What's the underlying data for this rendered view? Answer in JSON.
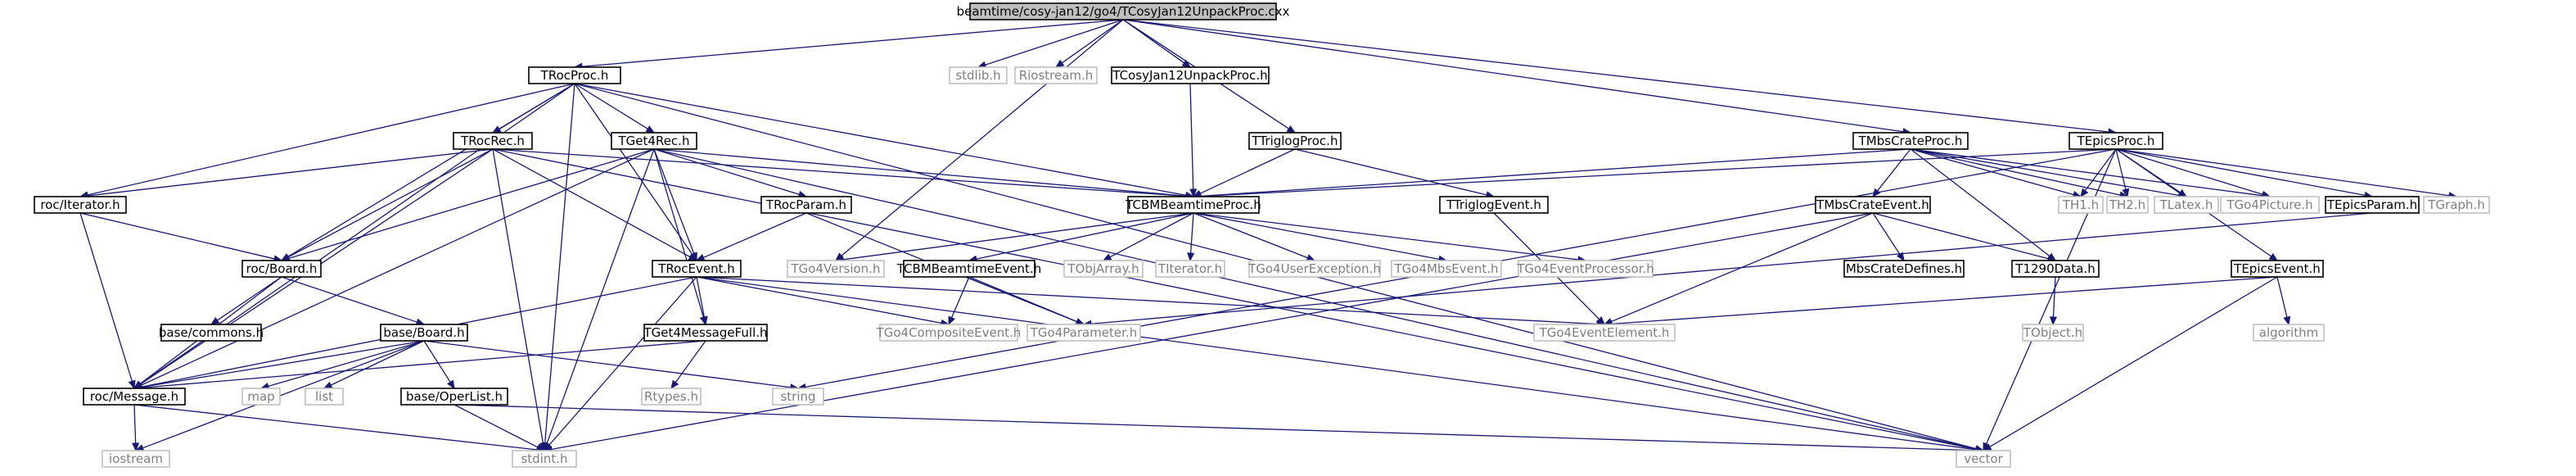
{
  "graph": {
    "nodes": [
      {
        "id": "root",
        "label": "beamtime/cosy-jan12/go4/TCosyJan12UnpackProc.cxx",
        "kind": "root"
      },
      {
        "id": "trocproc",
        "label": "TRocProc.h",
        "kind": "doc"
      },
      {
        "id": "stdlib",
        "label": "stdlib.h",
        "kind": "ext"
      },
      {
        "id": "riostream",
        "label": "Riostream.h",
        "kind": "ext"
      },
      {
        "id": "tcosy",
        "label": "TCosyJan12UnpackProc.h",
        "kind": "doc"
      },
      {
        "id": "ttriglogproc",
        "label": "TTriglogProc.h",
        "kind": "doc"
      },
      {
        "id": "tmbscrateproc",
        "label": "TMbsCrateProc.h",
        "kind": "doc"
      },
      {
        "id": "tepicsproc",
        "label": "TEpicsProc.h",
        "kind": "doc"
      },
      {
        "id": "trocrec",
        "label": "TRocRec.h",
        "kind": "doc"
      },
      {
        "id": "tget4rec",
        "label": "TGet4Rec.h",
        "kind": "doc"
      },
      {
        "id": "tcbmproc",
        "label": "TCBMBeamtimeProc.h",
        "kind": "doc"
      },
      {
        "id": "ttriglogevent",
        "label": "TTriglogEvent.h",
        "kind": "doc"
      },
      {
        "id": "tmbscrateevent",
        "label": "TMbsCrateEvent.h",
        "kind": "doc"
      },
      {
        "id": "th1",
        "label": "TH1.h",
        "kind": "ext"
      },
      {
        "id": "th2",
        "label": "TH2.h",
        "kind": "ext"
      },
      {
        "id": "tlatex",
        "label": "TLatex.h",
        "kind": "ext"
      },
      {
        "id": "tgo4picture",
        "label": "TGo4Picture.h",
        "kind": "ext"
      },
      {
        "id": "tepicsparam",
        "label": "TEpicsParam.h",
        "kind": "doc"
      },
      {
        "id": "tgraph",
        "label": "TGraph.h",
        "kind": "ext"
      },
      {
        "id": "rociterator",
        "label": "roc/Iterator.h",
        "kind": "doc"
      },
      {
        "id": "trocparam",
        "label": "TRocParam.h",
        "kind": "doc"
      },
      {
        "id": "rocboard",
        "label": "roc/Board.h",
        "kind": "doc"
      },
      {
        "id": "trocevent",
        "label": "TRocEvent.h",
        "kind": "doc"
      },
      {
        "id": "tgo4version",
        "label": "TGo4Version.h",
        "kind": "ext"
      },
      {
        "id": "tcbmevent",
        "label": "TCBMBeamtimeEvent.h",
        "kind": "doc"
      },
      {
        "id": "tobjarray",
        "label": "TObjArray.h",
        "kind": "ext"
      },
      {
        "id": "titerator",
        "label": "TIterator.h",
        "kind": "ext"
      },
      {
        "id": "tgo4userexc",
        "label": "TGo4UserException.h",
        "kind": "ext"
      },
      {
        "id": "tgo4mbsevent",
        "label": "TGo4MbsEvent.h",
        "kind": "ext"
      },
      {
        "id": "tgo4eventproc",
        "label": "TGo4EventProcessor.h",
        "kind": "ext"
      },
      {
        "id": "mbscratedefines",
        "label": "MbsCrateDefines.h",
        "kind": "doc"
      },
      {
        "id": "t1290data",
        "label": "T1290Data.h",
        "kind": "doc"
      },
      {
        "id": "tepicsevent",
        "label": "TEpicsEvent.h",
        "kind": "doc"
      },
      {
        "id": "basecommons",
        "label": "base/commons.h",
        "kind": "doc"
      },
      {
        "id": "baseboard",
        "label": "base/Board.h",
        "kind": "doc"
      },
      {
        "id": "tget4msgfull",
        "label": "TGet4MessageFull.h",
        "kind": "doc"
      },
      {
        "id": "tgo4compevent",
        "label": "TGo4CompositeEvent.h",
        "kind": "ext"
      },
      {
        "id": "tgo4parameter",
        "label": "TGo4Parameter.h",
        "kind": "ext"
      },
      {
        "id": "tgo4eventelem",
        "label": "TGo4EventElement.h",
        "kind": "ext"
      },
      {
        "id": "tobject",
        "label": "TObject.h",
        "kind": "ext"
      },
      {
        "id": "algorithm",
        "label": "algorithm",
        "kind": "ext"
      },
      {
        "id": "rocmessage",
        "label": "roc/Message.h",
        "kind": "doc"
      },
      {
        "id": "map",
        "label": "map",
        "kind": "ext"
      },
      {
        "id": "list",
        "label": "list",
        "kind": "ext"
      },
      {
        "id": "baseoperlist",
        "label": "base/OperList.h",
        "kind": "doc"
      },
      {
        "id": "rtypes",
        "label": "Rtypes.h",
        "kind": "ext"
      },
      {
        "id": "string",
        "label": "string",
        "kind": "ext"
      },
      {
        "id": "iostream",
        "label": "iostream",
        "kind": "ext"
      },
      {
        "id": "stdint",
        "label": "stdint.h",
        "kind": "ext"
      },
      {
        "id": "vector",
        "label": "vector",
        "kind": "ext"
      }
    ],
    "edges": [
      [
        "root",
        "trocproc"
      ],
      [
        "root",
        "stdlib"
      ],
      [
        "root",
        "riostream"
      ],
      [
        "root",
        "tcosy"
      ],
      [
        "root",
        "ttriglogproc"
      ],
      [
        "root",
        "tmbscrateproc"
      ],
      [
        "root",
        "tepicsproc"
      ],
      [
        "root",
        "tgo4version"
      ],
      [
        "trocproc",
        "trocrec"
      ],
      [
        "trocproc",
        "tget4rec"
      ],
      [
        "trocproc",
        "rociterator"
      ],
      [
        "trocproc",
        "rocboard"
      ],
      [
        "trocproc",
        "trocevent"
      ],
      [
        "trocproc",
        "tcbmproc"
      ],
      [
        "trocproc",
        "rocmessage"
      ],
      [
        "trocproc",
        "stdint"
      ],
      [
        "trocproc",
        "vector"
      ],
      [
        "tcosy",
        "tcbmproc"
      ],
      [
        "ttriglogproc",
        "tcbmproc"
      ],
      [
        "ttriglogproc",
        "ttriglogevent"
      ],
      [
        "tmbscrateproc",
        "tcbmproc"
      ],
      [
        "tmbscrateproc",
        "tmbscrateevent"
      ],
      [
        "tmbscrateproc",
        "th1"
      ],
      [
        "tmbscrateproc",
        "th2"
      ],
      [
        "tmbscrateproc",
        "tlatex"
      ],
      [
        "tmbscrateproc",
        "tgo4picture"
      ],
      [
        "tmbscrateproc",
        "t1290data"
      ],
      [
        "tepicsproc",
        "tcbmproc"
      ],
      [
        "tepicsproc",
        "th1"
      ],
      [
        "tepicsproc",
        "th2"
      ],
      [
        "tepicsproc",
        "tlatex"
      ],
      [
        "tepicsproc",
        "tgo4picture"
      ],
      [
        "tepicsproc",
        "tepicsparam"
      ],
      [
        "tepicsproc",
        "tgraph"
      ],
      [
        "tepicsproc",
        "tepicsevent"
      ],
      [
        "tepicsproc",
        "string"
      ],
      [
        "tepicsproc",
        "vector"
      ],
      [
        "trocrec",
        "rociterator"
      ],
      [
        "trocrec",
        "rocboard"
      ],
      [
        "trocrec",
        "trocevent"
      ],
      [
        "trocrec",
        "tcbmproc"
      ],
      [
        "trocrec",
        "rocmessage"
      ],
      [
        "trocrec",
        "stdint"
      ],
      [
        "trocrec",
        "vector"
      ],
      [
        "tget4rec",
        "rocboard"
      ],
      [
        "tget4rec",
        "trocparam"
      ],
      [
        "tget4rec",
        "trocevent"
      ],
      [
        "tget4rec",
        "tcbmproc"
      ],
      [
        "tget4rec",
        "tget4msgfull"
      ],
      [
        "tget4rec",
        "rocmessage"
      ],
      [
        "tget4rec",
        "stdint"
      ],
      [
        "tget4rec",
        "vector"
      ],
      [
        "tcbmproc",
        "tgo4version"
      ],
      [
        "tcbmproc",
        "tcbmevent"
      ],
      [
        "tcbmproc",
        "tobjarray"
      ],
      [
        "tcbmproc",
        "titerator"
      ],
      [
        "tcbmproc",
        "tgo4userexc"
      ],
      [
        "tcbmproc",
        "tgo4mbsevent"
      ],
      [
        "tcbmproc",
        "tgo4eventproc"
      ],
      [
        "ttriglogevent",
        "tgo4eventelem"
      ],
      [
        "tmbscrateevent",
        "mbscratedefines"
      ],
      [
        "tmbscrateevent",
        "t1290data"
      ],
      [
        "tmbscrateevent",
        "tgo4eventelem"
      ],
      [
        "tmbscrateevent",
        "stdint"
      ],
      [
        "tepicsparam",
        "tgo4parameter"
      ],
      [
        "rociterator",
        "rocboard"
      ],
      [
        "rociterator",
        "rocmessage"
      ],
      [
        "trocparam",
        "trocevent"
      ],
      [
        "trocparam",
        "tgo4parameter"
      ],
      [
        "rocboard",
        "basecommons"
      ],
      [
        "rocboard",
        "baseboard"
      ],
      [
        "rocboard",
        "rocmessage"
      ],
      [
        "trocevent",
        "tget4msgfull"
      ],
      [
        "trocevent",
        "tgo4compevent"
      ],
      [
        "trocevent",
        "tgo4eventelem"
      ],
      [
        "trocevent",
        "rocmessage"
      ],
      [
        "trocevent",
        "stdint"
      ],
      [
        "trocevent",
        "vector"
      ],
      [
        "tcbmevent",
        "tgo4compevent"
      ],
      [
        "tcbmevent",
        "tgo4parameter"
      ],
      [
        "t1290data",
        "tobject"
      ],
      [
        "tepicsevent",
        "tgo4eventelem"
      ],
      [
        "tepicsevent",
        "algorithm"
      ],
      [
        "tepicsevent",
        "vector"
      ],
      [
        "baseboard",
        "rocmessage"
      ],
      [
        "baseboard",
        "map"
      ],
      [
        "baseboard",
        "list"
      ],
      [
        "baseboard",
        "baseoperlist"
      ],
      [
        "baseboard",
        "string"
      ],
      [
        "baseboard",
        "iostream"
      ],
      [
        "tget4msgfull",
        "rocmessage"
      ],
      [
        "tget4msgfull",
        "rtypes"
      ],
      [
        "rocmessage",
        "iostream"
      ],
      [
        "rocmessage",
        "stdint"
      ],
      [
        "baseoperlist",
        "stdint"
      ],
      [
        "baseoperlist",
        "vector"
      ]
    ]
  }
}
